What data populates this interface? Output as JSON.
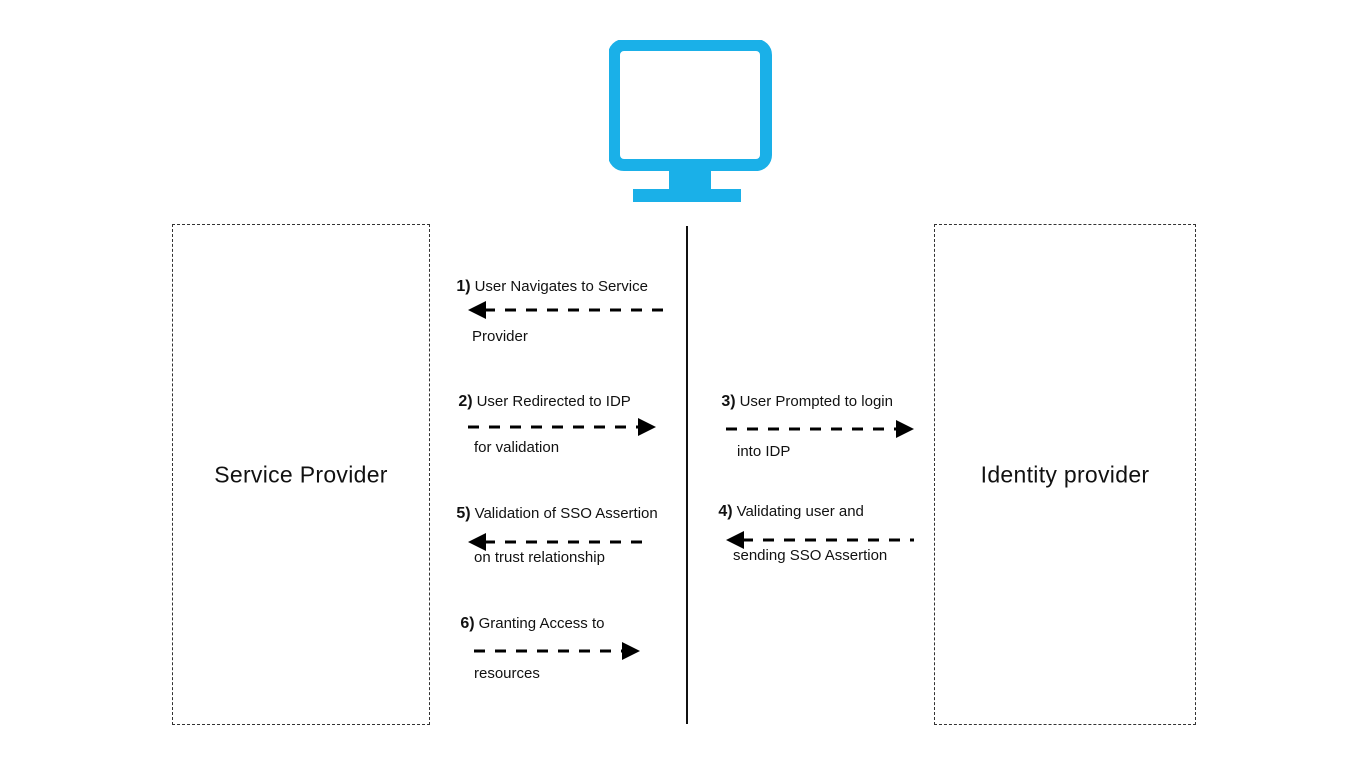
{
  "monitor": {
    "icon": "desktop-monitor-icon",
    "color": "#1ab0e8"
  },
  "left_box": {
    "label": "Service Provider"
  },
  "right_box": {
    "label": "Identity provider"
  },
  "steps": [
    {
      "number": "1)",
      "line1": "User Navigates to Service",
      "line2": "Provider",
      "direction": "left"
    },
    {
      "number": "2)",
      "line1": "User Redirected to IDP",
      "line2": "for validation",
      "direction": "right"
    },
    {
      "number": "3)",
      "line1": "User Prompted to login",
      "line2": "into IDP",
      "direction": "right"
    },
    {
      "number": "4)",
      "line1": "Validating user and",
      "line2": "sending SSO Assertion",
      "direction": "left"
    },
    {
      "number": "5)",
      "line1": "Validation of SSO Assertion",
      "line2": "on trust relationship",
      "direction": "left"
    },
    {
      "number": "6)",
      "line1": "Granting Access to",
      "line2": "resources",
      "direction": "right"
    }
  ]
}
